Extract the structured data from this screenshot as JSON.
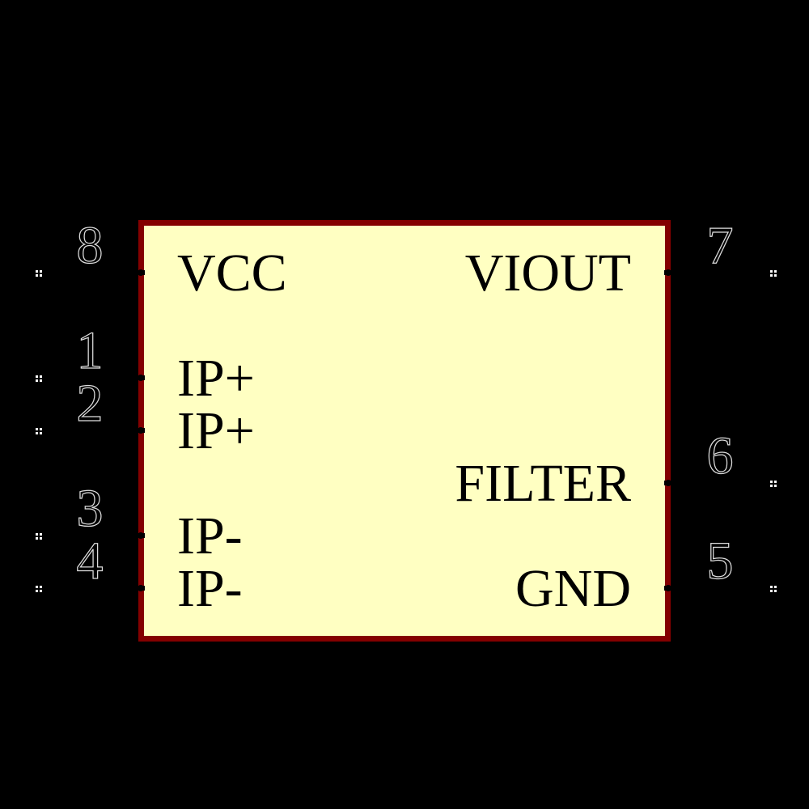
{
  "colors": {
    "background": "#000000",
    "body_fill": "#FFFFC2",
    "body_outline": "#840000",
    "pin_name_text": "#000000",
    "pin_number_outline": "#DCDCDC",
    "pin_type_marker": "#FFFFFF"
  },
  "symbol": {
    "pins": {
      "left": [
        {
          "number": "8",
          "name": "VCC"
        },
        {
          "number": "1",
          "name": "IP+"
        },
        {
          "number": "2",
          "name": "IP+"
        },
        {
          "number": "3",
          "name": "IP-"
        },
        {
          "number": "4",
          "name": "IP-"
        }
      ],
      "right": [
        {
          "number": "7",
          "name": "VIOUT"
        },
        {
          "number": "6",
          "name": "FILTER"
        },
        {
          "number": "5",
          "name": "GND"
        }
      ]
    }
  }
}
